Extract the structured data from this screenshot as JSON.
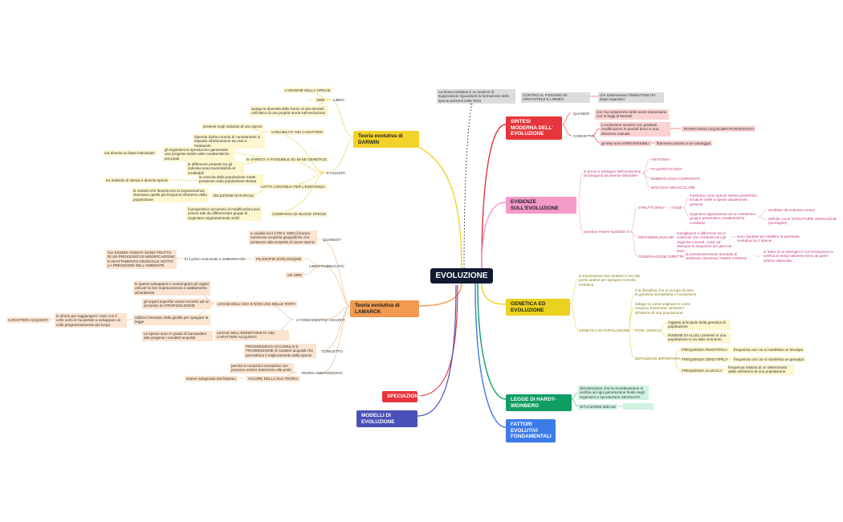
{
  "center": "EVOLUZIONE",
  "colors": {
    "darwin": "#f3d22a",
    "lamarck": "#f29a50",
    "speciazione": "#e6353c",
    "modelli": "#4a50b8",
    "sintesi": "#e6353c",
    "evidenze": "#f39ac9",
    "genetica": "#ebd21e",
    "hardy": "#0f9e62",
    "fattori": "#3d7be8"
  },
  "top_note": {
    "intro": "La teoria evolutiva è un insieme di supposizioni riguardanti la formazione delle specie presenti sulla Terra",
    "contrario": "CONTRO AL FISSISMO DI ARISTOTELE E LINNEO",
    "fissismo": "che sostenevano l'IMMUTABILITA' degli organismi"
  },
  "darwin": {
    "title": "Teoria evolutiva di DARWIN",
    "libro": "LIBRO",
    "origine": "L'ORIGINE DELLA SPECIE",
    "anno": "1859",
    "spiega": "spiega la diversità delle forme di vita terrestri nell'ottica di una propria teoria sull'evoluzione",
    "assunti": "6 ASSUNTI",
    "var_car": "VARIABILITA' DEI CARATTERI",
    "presenti": "presenti negli individui di una specie",
    "dipende": "dipende dall'accumulo di cambiamenti in risposta all'interazione tra essi e l'ambiente",
    "varieta": "la VARIETA' è POSSIBILE SU BASE GENETICE",
    "gli_org": "gli organismi si riproducono generando una progenie simile nelle caratteristiche principali",
    "ma_div": "ma diversa su base individuale",
    "le_diff": "le differenze presenti tra gli individui sono trasmissibili ed ereditabili",
    "lotta": "LOTTA CONTINUA PER L'ESISTENZA",
    "crescita": "la crescita della popolazione mette pressione sulla popolazione stessa",
    "tra_ind": "tra individui di stessa e diversa specie",
    "selezione": "SELEZIONE NATURALE",
    "varianti": "le varianti che favoriscono la sopravvivenza diventano quelle più frequenti all'interno della popolazione",
    "comparsa": "COMPARSA DI NUOVE SPECIE",
    "progressivo": "il progressivo accumulo di modificazioni può essere tale da differenziare gruppi di organismi originariamente simili"
  },
  "lamarck": {
    "title": "Teoria evolutiva di LAMARCK",
    "quando": "QUANDO?",
    "acavallo": "a cavallo tra il 1700 e 1800 (il furono numerose scoperte geografiche che portarono alla scoperta di nuove specie",
    "libro": "LIBRO PUBBLICATO",
    "filosofie": "FILOSOFIE ZOOLOGIQUE",
    "tuessere": "GLI ESSERI VIVENTI SONO FRUTTO DI UN PROCESSO DI MODIFICAZIONE E ADATTAMENTO GRADUALE SOTTO LA PRESSIONE DELL'AMBIENTE",
    "primo": "fu il primo scienziato a sostenere che",
    "anno": "nel 1809",
    "fondamentali": "2 FONDAMENTALI ASSUNTI",
    "uso": "LEGGE DELL'USO E NON USO DELLE PARTI",
    "sviluppano": "le specie sviluppano e mantengono gli organi utili per la loro sopravvivenza e adattamento all'ambiente",
    "superflui": "gli organi superflui vanno incontro ad un processo di ATROFIZZAZIONE",
    "giraffa": "utilizza l'esempio della giraffa per spiegare la legge",
    "sforzo": "lo sforzo per raggiungere i rami con il collo corto le ha portate a sviluppare un collo progressivamente più lungo",
    "caratteri": "CARATTERI ACQUISITI",
    "ereditarieta": "LEGGE DELL'EREDITARIETA' DEI CARATTERI ACQUISITI",
    "specie_grado": "Le specie sono in grado di tramandare alle progenie i caratteri acquisiti",
    "concetto": "CONCETTO",
    "progressivo": "PROGRESSIVO ACCUMULO E TRASMISSIONE di caratteri acquisiti che permettono il miglioramento della specie",
    "abbandonata": "TEORIA ABBANDONATA",
    "perche": "perché le mutazioni somatiche non possono essere trasmesse alla prole",
    "valore": "VALORE DELLA SUA TEORIA",
    "assenti": "essere sdoganato dal fissismo"
  },
  "speciazione": "SPECIAZIONE",
  "modelli": "MODELLI DI EVOLUZIONE",
  "sintesi": {
    "title": "SINTESI MODERNA DELL' EVOLUZIONE",
    "quando": "QUANDO",
    "quando_txt": "con l'accostamento delle teorie Darwiniane con le leggi di Mendel",
    "concetto": "CONCETTO",
    "evoluzione": "L'evoluzione avviene con graduali modificazioni in periodi brevi in una direzione casuale",
    "teoria": "TEORIA DEGLI EQUILIBRI PUNTEGGIATI",
    "passi": "gli step sono IRREVERSIBILI",
    "fitness": "fitamente portano a un vantaggio"
  },
  "evidenze": {
    "title": "EVIDENZE SULL'EVOLUZIONE",
    "prove": "le prove a sostegno dell'evoluzione provengono da diverse discipline",
    "anatomia": "ANATOMIA",
    "paleo": "PALEONTOLOGIA",
    "embrio": "EMBRIOLOGIA COMPARATA",
    "bio": "BIOLOGIA MOLECOLARE",
    "possono": "possono essere suddivise in",
    "strutturali": "STRUTTURALI",
    "fossili": "I fossili",
    "mostrano": "mostrano come specie estinte presentino strutture simili a specie attualmente presenti",
    "organismi": "organismi appartenenti ad un medesimo gruppo presentano caratteristiche condivise",
    "ereditate": "ereditate da antenati comuni",
    "definite": "definite come STRUTTURE OMOLOGHE (omologhe)",
    "micro": "MICROBIOLOGICHE",
    "somiglianze": "somiglianze e differenze tra le molecole che costituiscono gli organismi viventi, come ad esempio le sequenze dei geni nel DNA",
    "sono_utili": "sono studiate per stabilire la parentela evolutiva tra 2 specie",
    "osservazione": "OSSERVAZIONE DIRETTA",
    "resistenza": "la somministrazione smodata di antibiotici seleziona i batteri resistenti",
    "si_tratta": "si tratta di un esempio in cui l'evoluzione si verifica in tempi talmente brevi da poter essere osservata"
  },
  "genetica": {
    "title": "GENETICA ED EVOLUZIONE",
    "trasmissione": "la trasmissione dei caratteri è uno dei punti cardine per spiegare la teoria evolutiva",
    "popolazione": "GENETICA DI POPOLAZIONE",
    "branca": "è la disciplina che si occupa di unire la genetica mendeliana e l'evoluzione",
    "indaga": "indaga su come originano e come vengono trasmesse variazioni all'interno di una popolazione",
    "pool": "POOL GENICO",
    "oggetto": "Oggetto principale della genetica di popolazione",
    "insieme": "INSIEME DI ALLELI presenti in una popolazione in un dato momento",
    "definizioni": "DEFINIZIONI IMPORTANTI",
    "f_fen": "FREQUENZA FENOTIPICA",
    "f_fen_t": "frequenza con cui si manifesta un fenotipo",
    "f_gen": "FREQUENZA GENOTIPICA",
    "f_gen_t": "frequenza con cui si manifesta un genotipo",
    "f_all": "FREQUENZA ALLELICA",
    "f_all_t": "frequenza relativa di un determinato allele all'interno di una popolazione"
  },
  "hardy": {
    "title": "LEGGE DI HARDY-WEINBERG",
    "dimostrazione": "dimostrazione che la ricombinazione si verifica ad ogni generazione finale negli organismi a riproduzione SESSUATA",
    "situazione": "SITUAZIONE IDEALE"
  },
  "fattori": "FATTORI EVOLUTIVI FONDAMENTALI"
}
